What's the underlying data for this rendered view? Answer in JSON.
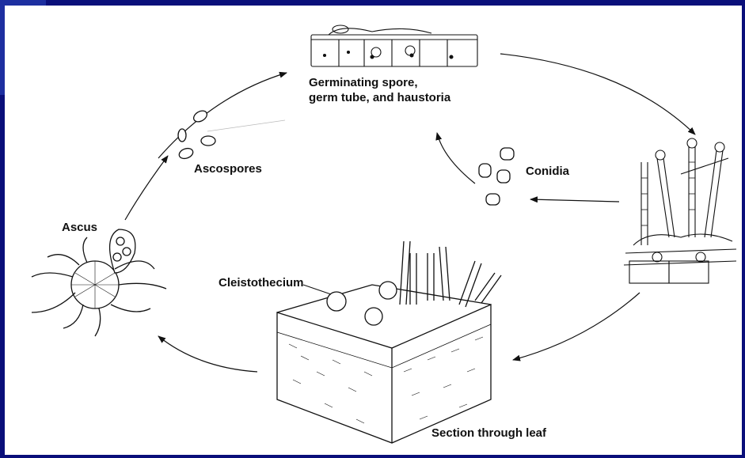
{
  "labels": {
    "germinating_line1": "Germinating spore,",
    "germinating_line2": "germ tube, and haustoria",
    "ascospores": "Ascospores",
    "conidia": "Conidia",
    "ascus": "Ascus",
    "cleistothecium": "Cleistothecium",
    "section": "Section through leaf"
  },
  "colors": {
    "frame": "#0a0f7a",
    "canvas": "#ffffff",
    "ink": "#111111"
  }
}
